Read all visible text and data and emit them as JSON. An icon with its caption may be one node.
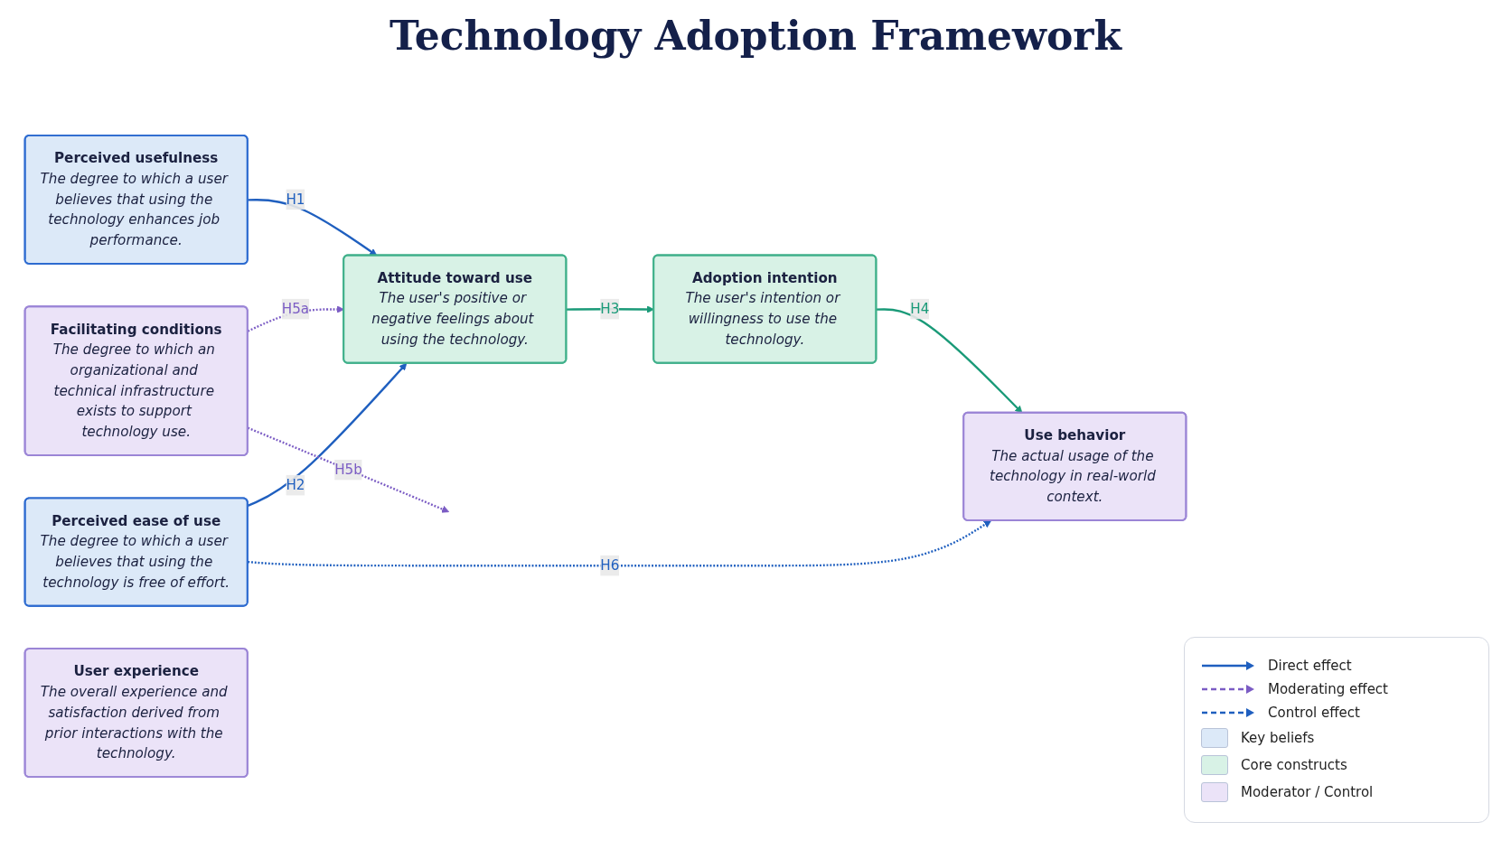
{
  "diagram": {
    "title": "Technology Adoption Framework",
    "nodes": [
      {
        "text": [
          "Facilitating conditions",
          "The degree to which an organizational and technical infrastructure exists to support technology use."
        ]
      },
      {
        "text": [
          "Perceived usefulness",
          "The degree to which a user believes that using the technology enhances job performance."
        ]
      },
      {
        "text": [
          "Perceived ease of use",
          "The degree to which a user believes that using the technology is free of effort."
        ]
      },
      {
        "text": [
          "Attitude toward use",
          "The user's positive or negative feelings about using the technology."
        ]
      },
      {
        "text": [
          "Adoption intention",
          "The user's intention or willingness to use the technology."
        ]
      },
      {
        "text": [
          "Use behavior",
          "The actual usage of the technology in real-world context."
        ]
      },
      {
        "text": [
          "User experience",
          "The overall experience and satisfaction derived from prior interactions with the technology."
        ]
      }
    ],
    "edges": [
      {
        "from": 1,
        "to": 3,
        "arrow": "to",
        "label": "H1"
      },
      {
        "from": 2,
        "to": 3,
        "arrow": "to",
        "label": "H2"
      },
      {
        "from": 3,
        "to": 4,
        "arrow": "to",
        "label": "H3",
        "color": "#1a9a78"
      },
      {
        "from": 4,
        "to": 5,
        "arrow": "to",
        "label": "H4",
        "color": "#1a9a78"
      },
      {
        "from": 0,
        "to": 3,
        "arrow": "to",
        "label": "H5a",
        "style": "dashed",
        "color": "#7b5cc4"
      },
      {
        "from": 0,
        "to": null,
        "arrow": "to",
        "label": "H5b",
        "style": "dashed",
        "color": "#7b5cc4"
      },
      {
        "from": 2,
        "to": 5,
        "arrow": "to",
        "label": "H6",
        "style": "dashed"
      }
    ],
    "legend": [
      {
        "text": "Direct effect"
      },
      {
        "text": "Moderating effect"
      },
      {
        "text": "Control effect"
      },
      {
        "text": "Key beliefs",
        "color": "#dce9f8"
      },
      {
        "text": "Core constructs",
        "color": "#d8f2e6"
      },
      {
        "text": "Moderator / Control",
        "color": "#ebe3f8"
      }
    ]
  }
}
